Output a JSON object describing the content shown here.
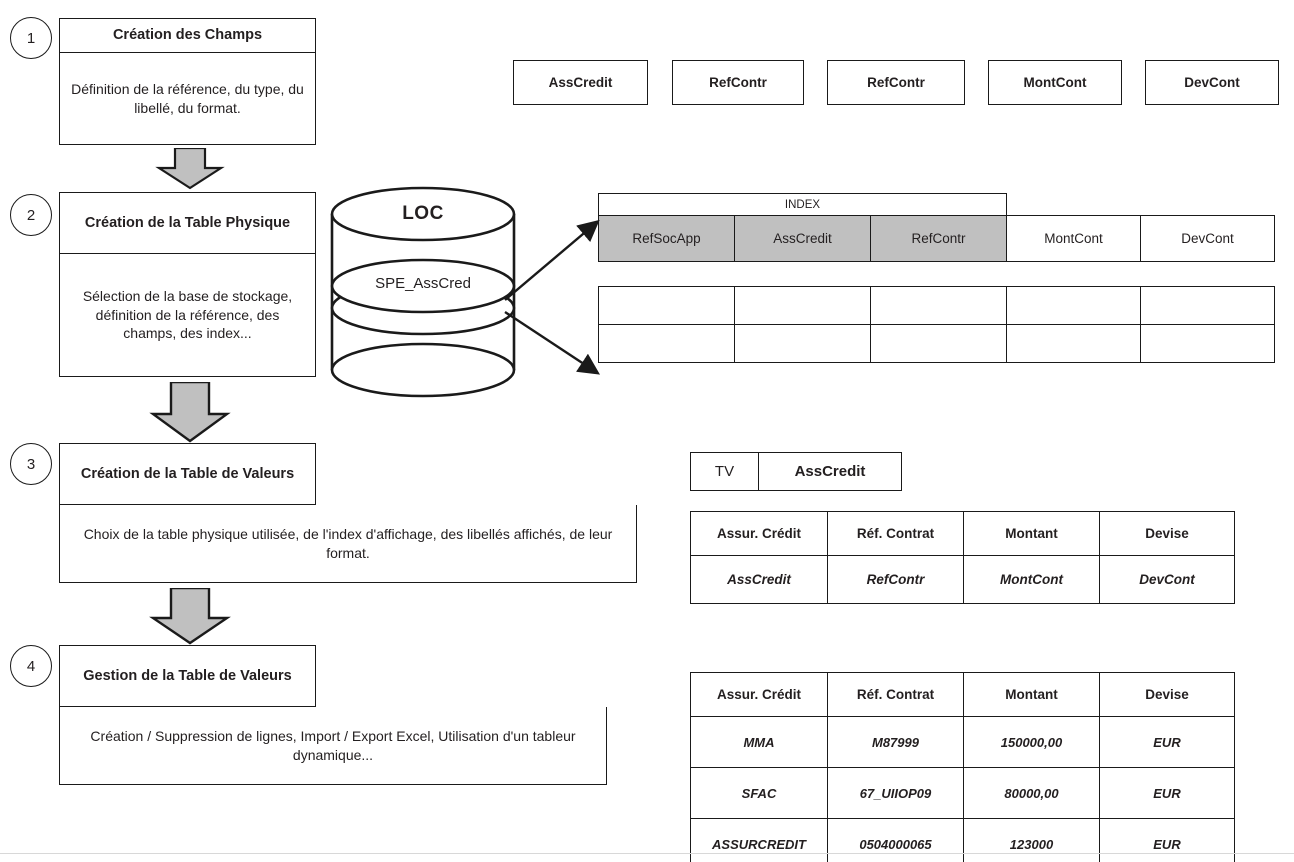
{
  "steps": [
    {
      "number": "1",
      "title": "Création des Champs",
      "body": "Définition de la référence, du type, du libellé, du format."
    },
    {
      "number": "2",
      "title": "Création de la Table Physique",
      "body": "Sélection de la base de stockage, définition de la référence, des champs, des index..."
    },
    {
      "number": "3",
      "title": "Création de la Table de Valeurs",
      "body": "Choix de la table physique utilisée, de l'index d'affichage, des libellés affichés, de leur format."
    },
    {
      "number": "4",
      "title": "Gestion de la Table  de Valeurs",
      "body": "Création / Suppression de lignes, Import / Export Excel, Utilisation d'un tableur dynamique..."
    }
  ],
  "fields": [
    {
      "label": "AssCredit"
    },
    {
      "label": "RefContr"
    },
    {
      "label": "RefContr"
    },
    {
      "label": "MontCont"
    },
    {
      "label": "DevCont"
    }
  ],
  "database": {
    "top_label": "LOC",
    "table_label": "SPE_AssCred"
  },
  "physical_table": {
    "index_header": "INDEX",
    "columns": [
      {
        "label": "RefSocApp",
        "indexed": true
      },
      {
        "label": "AssCredit",
        "indexed": true
      },
      {
        "label": "RefContr",
        "indexed": true
      },
      {
        "label": "MontCont",
        "indexed": false
      },
      {
        "label": "DevCont",
        "indexed": false
      }
    ],
    "empty_rows": 2
  },
  "value_table_tag": {
    "type": "TV",
    "name": "AssCredit"
  },
  "value_table_def": {
    "headers": [
      "Assur. Crédit",
      "Réf. Contrat",
      "Montant",
      "Devise"
    ],
    "rows": [
      [
        "AssCredit",
        "RefContr",
        "MontCont",
        "DevCont"
      ]
    ]
  },
  "value_table_data": {
    "headers": [
      "Assur. Crédit",
      "Réf. Contrat",
      "Montant",
      "Devise"
    ],
    "rows": [
      [
        "MMA",
        "M87999",
        "150000,00",
        "EUR"
      ],
      [
        "SFAC",
        "67_UIIOP09",
        "80000,00",
        "EUR"
      ],
      [
        "ASSURCREDIT",
        "0504000065",
        "123000",
        "EUR"
      ]
    ]
  },
  "colors": {
    "line": "#1a1a1a",
    "shade": "#c0c0c0",
    "arrow_fill": "#c0c0c0",
    "background": "#ffffff"
  }
}
